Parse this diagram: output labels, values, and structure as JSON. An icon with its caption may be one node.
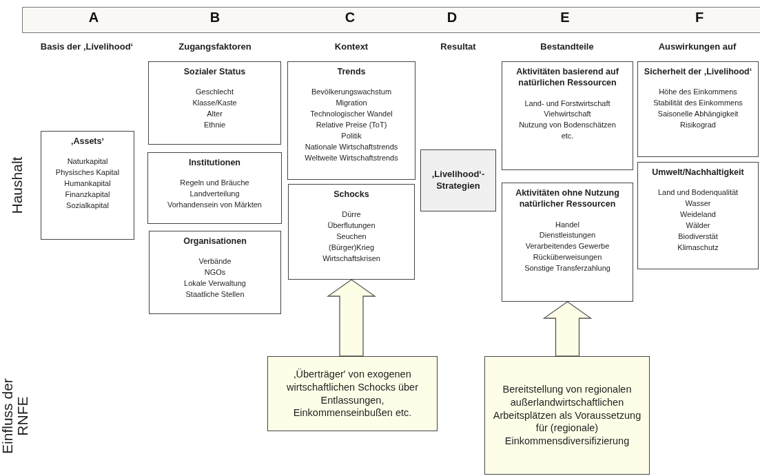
{
  "diagram": {
    "nodes": [
      {
        "text": [
          "‚Assets‘",
          "Naturkapital",
          "Physisches Kapital",
          "Humankapital",
          "Finanzkapital",
          "Sozialkapital"
        ]
      },
      {
        "text": [
          "Sozialer Status",
          "Geschlecht",
          "Klasse/Kaste",
          "Alter",
          "Ethnie"
        ]
      },
      {
        "text": [
          "Institutionen",
          "Regeln und Bräuche",
          "Landverteilung",
          "Vorhandensein von Märkten"
        ]
      },
      {
        "text": [
          "Organisationen",
          "Verbände",
          "NGOs",
          "Lokale Verwaltung",
          "Staatliche Stellen"
        ]
      },
      {
        "text": [
          "Trends",
          "Bevölkerungswachstum",
          "Migration",
          "Technologischer Wandel",
          "Relative Preise (ToT)",
          "Politik",
          "Nationale Wirtschaftstrends",
          "Weltweite Wirtschaftstrends"
        ]
      },
      {
        "text": [
          "Schocks",
          "Dürre",
          "Überflutungen",
          "Seuchen",
          "(Bürger)Krieg",
          "Wirtschaftskrisen"
        ]
      },
      {
        "text": [
          "‚Livelihood‘-Strategien"
        ]
      },
      {
        "text": [
          "Aktivitäten basierend auf natürlichen Ressourcen",
          "Land- und Forstwirtschaft",
          "Viehwirtschaft",
          "Nutzung von Bodenschätzen",
          "etc."
        ]
      },
      {
        "text": [
          "Aktivitäten ohne Nutzung natürlicher Ressourcen",
          "Handel",
          "Dienstleistungen",
          "Verarbeitendes Gewerbe",
          "Rücküberweisungen",
          "Sonstige Transferzahlung"
        ]
      },
      {
        "text": [
          "Sicherheit der ‚Livelihood‘",
          "Höhe des Einkommens",
          "Stabilität des Einkommens",
          "Saisonelle Abhängigkeit",
          "Risikograd"
        ]
      },
      {
        "text": [
          "Umwelt/Nachhaltigkeit",
          "Land und Bodenqualität",
          "Wasser",
          "Weideland",
          "Wälder",
          "Biodiverstät",
          "Klimaschutz"
        ]
      },
      {
        "text": [
          "‚Überträger' von exogenen wirtschaftlichen Schocks über Entlassungen, Einkommenseinbußen etc."
        ]
      },
      {
        "text": [
          "Bereitstellung von regionalen außerlandwirtschaftlichen Arbeitsplätzen als Voraussetzung für (regionale) Einkommensdiversifizierung"
        ]
      }
    ],
    "edges": [
      {
        "from": 11,
        "to": 5,
        "arrow": "to"
      },
      {
        "from": 12,
        "to": 8,
        "arrow": "to"
      }
    ],
    "labels": [
      "A",
      "B",
      "C",
      "D",
      "E",
      "F",
      "Basis der ‚Livelihood‘",
      "Zugangsfaktoren",
      "Kontext",
      "Resultat",
      "Bestandteile",
      "Auswirkungen auf",
      "Haushalt",
      "Einfluss der RNFE"
    ]
  }
}
